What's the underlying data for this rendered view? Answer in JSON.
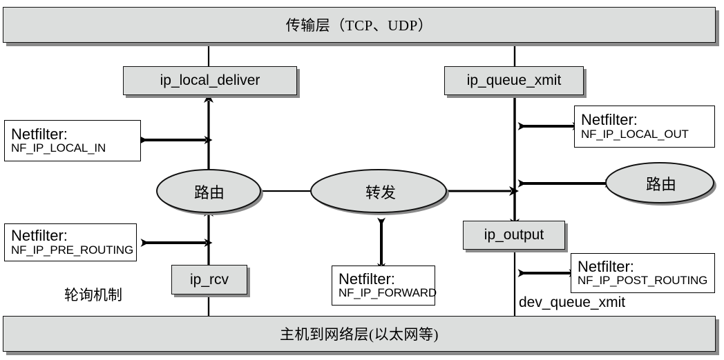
{
  "diagram": {
    "title": "Linux IP layer packet flow with Netfilter hooks",
    "colors": {
      "box_fill": "#dcdedd",
      "box_stroke": "#111111",
      "shadow": "#8a8a8a",
      "white_fill": "#ffffff",
      "line": "#000000"
    }
  },
  "layers": {
    "transport": "传输层（TCP、UDP）",
    "link": "主机到网络层(以太网等)"
  },
  "functions": {
    "ip_local_deliver": "ip_local_deliver",
    "ip_queue_xmit": "ip_queue_xmit",
    "ip_output": "ip_output",
    "ip_rcv": "ip_rcv"
  },
  "ellipses": {
    "route_in": "路由",
    "forward": "转发",
    "route_out": "路由"
  },
  "netfilter": {
    "local_in": {
      "title": "Netfilter:",
      "hook": "NF_IP_LOCAL_IN"
    },
    "pre_routing": {
      "title": "Netfilter:",
      "hook": "NF_IP_PRE_ROUTING"
    },
    "forward": {
      "title": "Netfilter:",
      "hook": "NF_IP_FORWARD"
    },
    "local_out": {
      "title": "Netfilter:",
      "hook": "NF_IP_LOCAL_OUT"
    },
    "post_routing": {
      "title": "Netfilter:",
      "hook": "NF_IP_POST_ROUTING"
    }
  },
  "labels": {
    "polling": "轮询机制",
    "dev_queue_xmit": "dev_queue_xmit"
  }
}
